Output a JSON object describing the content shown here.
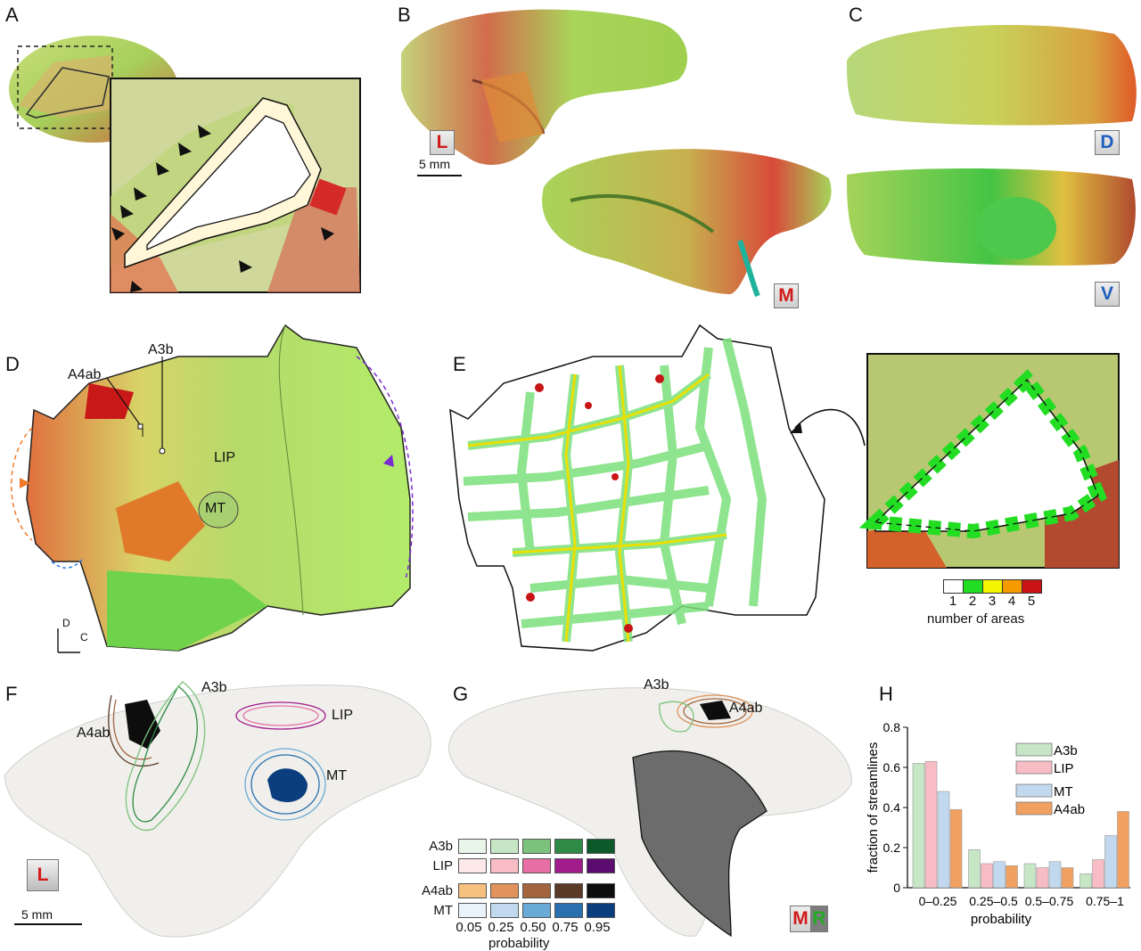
{
  "panels": {
    "A": {
      "letter": "A"
    },
    "B": {
      "letter": "B",
      "orientation": "L",
      "scale": "5 mm"
    },
    "C": {
      "letter": "C",
      "dorsal": "D",
      "ventral": "V"
    },
    "B_medial": {
      "orientation": "M"
    },
    "D": {
      "letter": "D",
      "labels": [
        "A4ab",
        "A3b",
        "LIP",
        "MT"
      ],
      "axis_d": "D",
      "axis_c": "C"
    },
    "E": {
      "letter": "E",
      "legend_ticks": [
        "1",
        "2",
        "3",
        "4",
        "5"
      ],
      "legend_title": "number of areas"
    },
    "F": {
      "letter": "F",
      "labels": [
        "A3b",
        "A4ab",
        "LIP",
        "MT"
      ],
      "orientation": "L",
      "scale": "5 mm"
    },
    "G": {
      "letter": "G",
      "labels": [
        "A3b",
        "A4ab"
      ],
      "legend_rows": [
        "A3b",
        "LIP",
        "A4ab",
        "MT"
      ],
      "legend_probs": [
        "0.05",
        "0.25",
        "0.50",
        "0.75",
        "0.95"
      ],
      "legend_title": "probability",
      "orientation_m": "M",
      "orientation_r": "R"
    },
    "H": {
      "letter": "H"
    }
  },
  "colors": {
    "A3b": [
      "#eaf5ea",
      "#c6e6c6",
      "#7cc27c",
      "#2e8b45",
      "#0c5a2a"
    ],
    "LIP": [
      "#fde8ea",
      "#f8bcc5",
      "#e86fa6",
      "#a21c8c",
      "#5a0d6e"
    ],
    "A4ab": [
      "#f6c07e",
      "#e0935a",
      "#a4643e",
      "#5a3a26",
      "#0d0d0d"
    ],
    "MT": [
      "#eaf2fa",
      "#c2d8ef",
      "#6aaad6",
      "#2a70b0",
      "#0b3e7e"
    ],
    "count": [
      "#ffffff",
      "#22dd22",
      "#f5f500",
      "#f59b00",
      "#c81414"
    ]
  },
  "chart_data": {
    "type": "bar",
    "title": "",
    "xlabel": "probability",
    "ylabel": "fraction of streamlines",
    "ylim": [
      0,
      0.8
    ],
    "yticks": [
      0,
      0.2,
      0.4,
      0.6,
      0.8
    ],
    "categories": [
      "0–0.25",
      "0.25–0.5",
      "0.5–0.75",
      "0.75–1"
    ],
    "series": [
      {
        "name": "A3b",
        "color": "#c6e6c6",
        "values": [
          0.62,
          0.19,
          0.12,
          0.07
        ]
      },
      {
        "name": "LIP",
        "color": "#f8bcc5",
        "values": [
          0.63,
          0.12,
          0.1,
          0.14
        ]
      },
      {
        "name": "MT",
        "color": "#c2d8ef",
        "values": [
          0.48,
          0.13,
          0.13,
          0.26
        ]
      },
      {
        "name": "A4ab",
        "color": "#f0a060",
        "values": [
          0.39,
          0.11,
          0.1,
          0.38
        ]
      }
    ],
    "legend": "top-right"
  }
}
